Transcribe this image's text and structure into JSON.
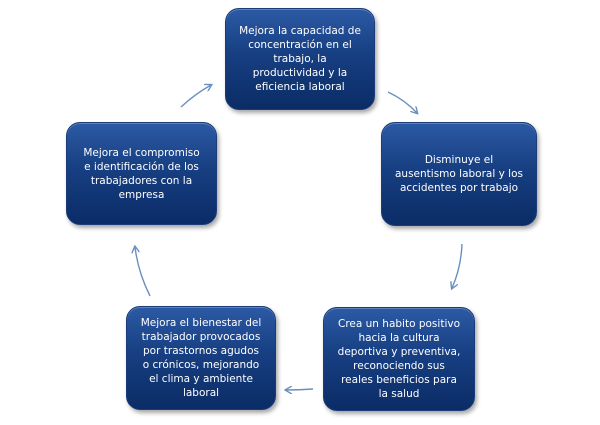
{
  "diagram": {
    "nodes": [
      {
        "id": "b1",
        "text": "Mejora la capacidad de concentración en el trabajo, la productividad y la eficiencia laboral"
      },
      {
        "id": "b2",
        "text": "Disminuye el ausentismo laboral y los accidentes por trabajo"
      },
      {
        "id": "b3",
        "text": "Crea un habito positivo hacia la cultura deportiva y preventiva, reconociendo sus reales beneficios para la salud"
      },
      {
        "id": "b4",
        "text": "Mejora el bienestar del trabajador provocados por trastornos agudos o crónicos, mejorando el clima y ambiente laboral"
      },
      {
        "id": "b5",
        "text": "Mejora el compromiso e identificación de los trabajadores con la empresa"
      }
    ],
    "edges": [
      {
        "from": "b1",
        "to": "b2"
      },
      {
        "from": "b2",
        "to": "b3"
      },
      {
        "from": "b3",
        "to": "b4"
      },
      {
        "from": "b4",
        "to": "b5"
      },
      {
        "from": "b5",
        "to": "b1"
      }
    ],
    "colors": {
      "box": "#173f82",
      "arrow": "#6a8fbf",
      "text": "#ffffff"
    }
  }
}
